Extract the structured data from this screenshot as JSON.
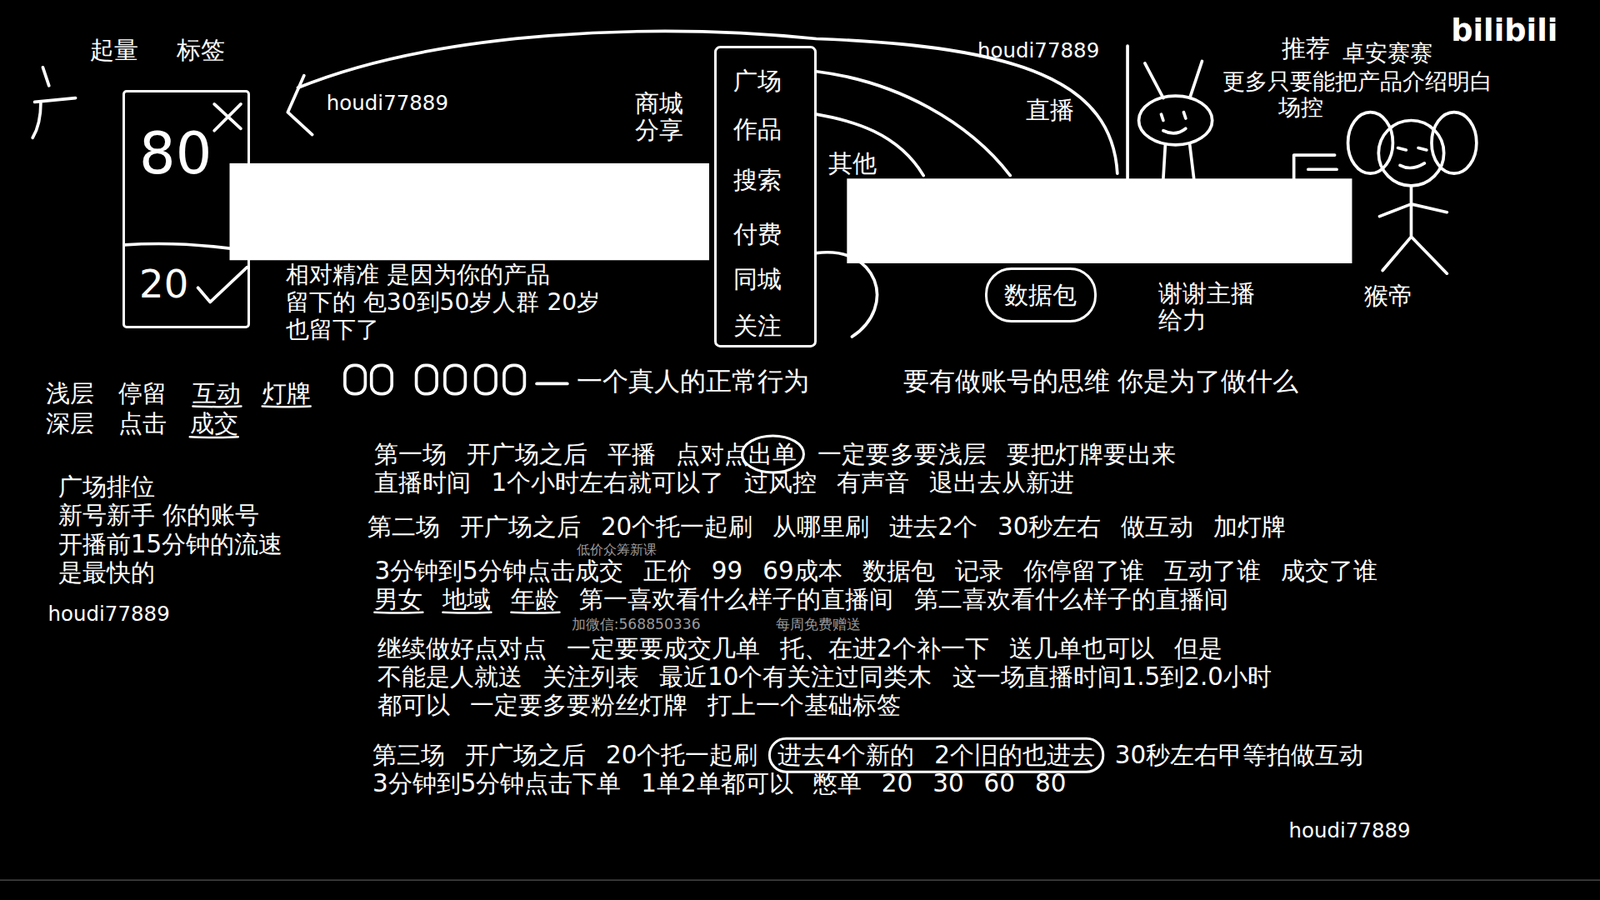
{
  "diagram": {
    "nodes": [
      {
        "text": [
          "80",
          "20"
        ]
      },
      {
        "text": [
          "广场",
          "作品",
          "搜索",
          "付费",
          "同城",
          "关注"
        ]
      },
      {
        "text": [
          "数据包"
        ]
      }
    ],
    "labels": [
      "起量",
      "标签",
      "houdi77889",
      "商城 分享",
      "其他",
      "相对精准 是因为你的产品",
      "留下的 包30到50岁人群 20岁",
      "也留下了",
      "houdi77889",
      "直播",
      "推荐",
      "卓安赛赛",
      "bilibili",
      "更多只要能把产品介绍明白",
      "场控",
      "谢谢主播 给力",
      "猴帝",
      "一个真人的正常行为",
      "要有做账号的思维 你是为了做什么",
      "浅层",
      "停留",
      "互动",
      "灯牌",
      "深层",
      "点击",
      "成交",
      "广场排位",
      "新号新手 你的账号",
      "开播前15分钟的流速",
      "是最快的",
      "houdi77889",
      "第一场 开广场之后 平播 点对点出单 一定要多要浅层 要把灯牌要出来",
      "直播时间 1个小时左右就可以了 过风控 有声音 退出去从新进",
      "第二场 开广场之后 20个托一起刷 从哪里刷 进去2个 30秒左右 做互动 加灯牌",
      "3分钟到5分钟点击成交 正价 99 69成本 数据包 记录 你停留了谁 互动了谁 成交了谁",
      "低价众筹新课",
      "男女 地域 年龄 第一喜欢看什么样子的直播间 第二喜欢看什么样子的直播间",
      "加微信:568850336",
      "每周免费赠送",
      "继续做好点对点 一定要要成交几单 托、在进2个补一下 送几单也可以 但是",
      "不能是人就送 关注列表 最近10个有关注过同类木 这一场直播时间1.5到2.0小时",
      "都可以 一定要多要粉丝灯牌 打上一个基础标签",
      "第三场 开广场之后 20个托一起刷 进去4个新的 2个旧的也进去 30秒左右甲等拍做互动",
      "3分钟到5分钟点击下单 1单2单都可以 憋单 20 30 60 80",
      "houdi77889"
    ]
  }
}
